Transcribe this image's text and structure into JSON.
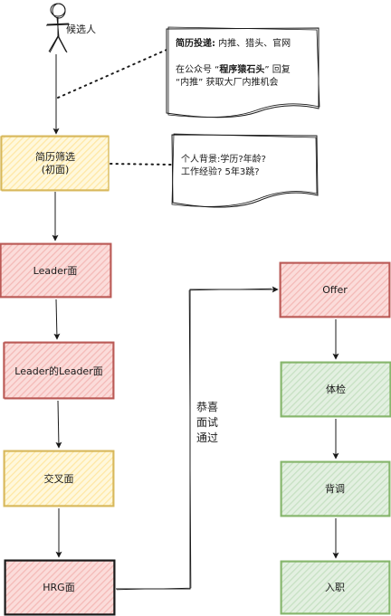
{
  "actor": {
    "label": "候选人"
  },
  "note_source": {
    "line1_bold": "简历投递:",
    "line1_rest": " 内推、猎头、官网",
    "line2_pre": "在公众号 “",
    "line2_bold": "程序猿石头",
    "line2_post": "” 回复",
    "line3": "“内推” 获取大厂内推机会"
  },
  "note_background": {
    "line1": "个人背景:学历?年龄?",
    "line2": "工作经验?   5年3跳?"
  },
  "steps": {
    "screening_line1": "简历筛选",
    "screening_line2": "(初面)",
    "leader": "Leader面",
    "leader_leader": "Leader的Leader面",
    "cross": "交叉面",
    "hrg": "HRG面",
    "offer": "Offer",
    "health": "体检",
    "background": "背调",
    "onboard": "入职"
  },
  "pass_label": {
    "line1": "恭喜",
    "line2": "面试",
    "line3": "通过"
  },
  "colors": {
    "yellow_fill": "#fff2cc",
    "yellow_stroke": "#d6b656",
    "red_fill": "#f8cecc",
    "red_stroke": "#b85450",
    "green_fill": "#d5e8d4",
    "green_stroke": "#82b366",
    "hrg_fill": "#f8cecc",
    "hrg_stroke": "#1a1a1a",
    "ink": "#1a1a1a"
  }
}
